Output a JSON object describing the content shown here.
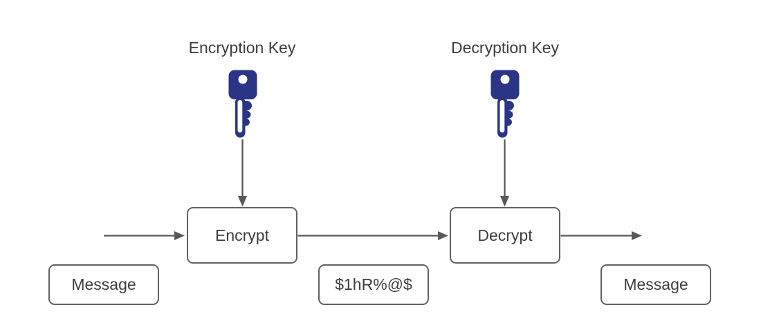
{
  "diagram": {
    "background_color": "#ffffff",
    "text_color": "#3d3d3d",
    "connector_color": "#585858",
    "node_border_color": "#616161",
    "key_color": "#2b3585",
    "key_labels": {
      "encryption": "Encryption Key",
      "decryption": "Decryption Key"
    },
    "process_nodes": {
      "encrypt": "Encrypt",
      "decrypt": "Decrypt"
    },
    "data_nodes": {
      "input_message": "Message",
      "ciphertext": "$1hR%@$",
      "output_message": "Message"
    },
    "icons": {
      "encryption_key": "key-icon",
      "decryption_key": "key-icon"
    }
  }
}
